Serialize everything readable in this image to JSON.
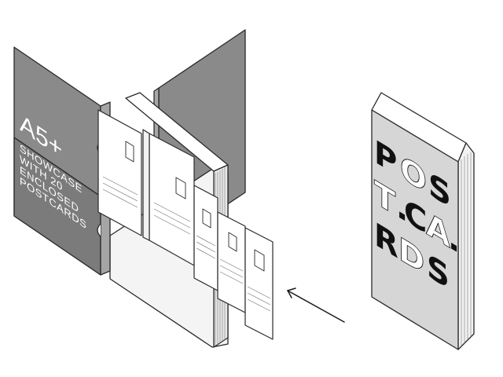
{
  "cover": {
    "title": "A5+",
    "lines": [
      "SHOWCASE",
      "WITH 20",
      "ENCLOSED",
      "POSTCARDS"
    ]
  },
  "book": {
    "rows": [
      [
        "P",
        "O",
        "S"
      ],
      [
        "T",
        ".",
        "C",
        "A",
        "."
      ],
      [
        "R",
        "D",
        "S"
      ]
    ]
  },
  "colors": {
    "cover_gray": "#8a8a8a",
    "cover_gray_dark": "#7b7b7b",
    "stroke": "#2a2a2a",
    "letter_dark": "#111111",
    "letter_light": "#ffffff",
    "book_face": "#d6d6d6"
  },
  "icons": {
    "stamp": "stamp-box-icon",
    "arrow": "arrow-up-left-icon"
  }
}
